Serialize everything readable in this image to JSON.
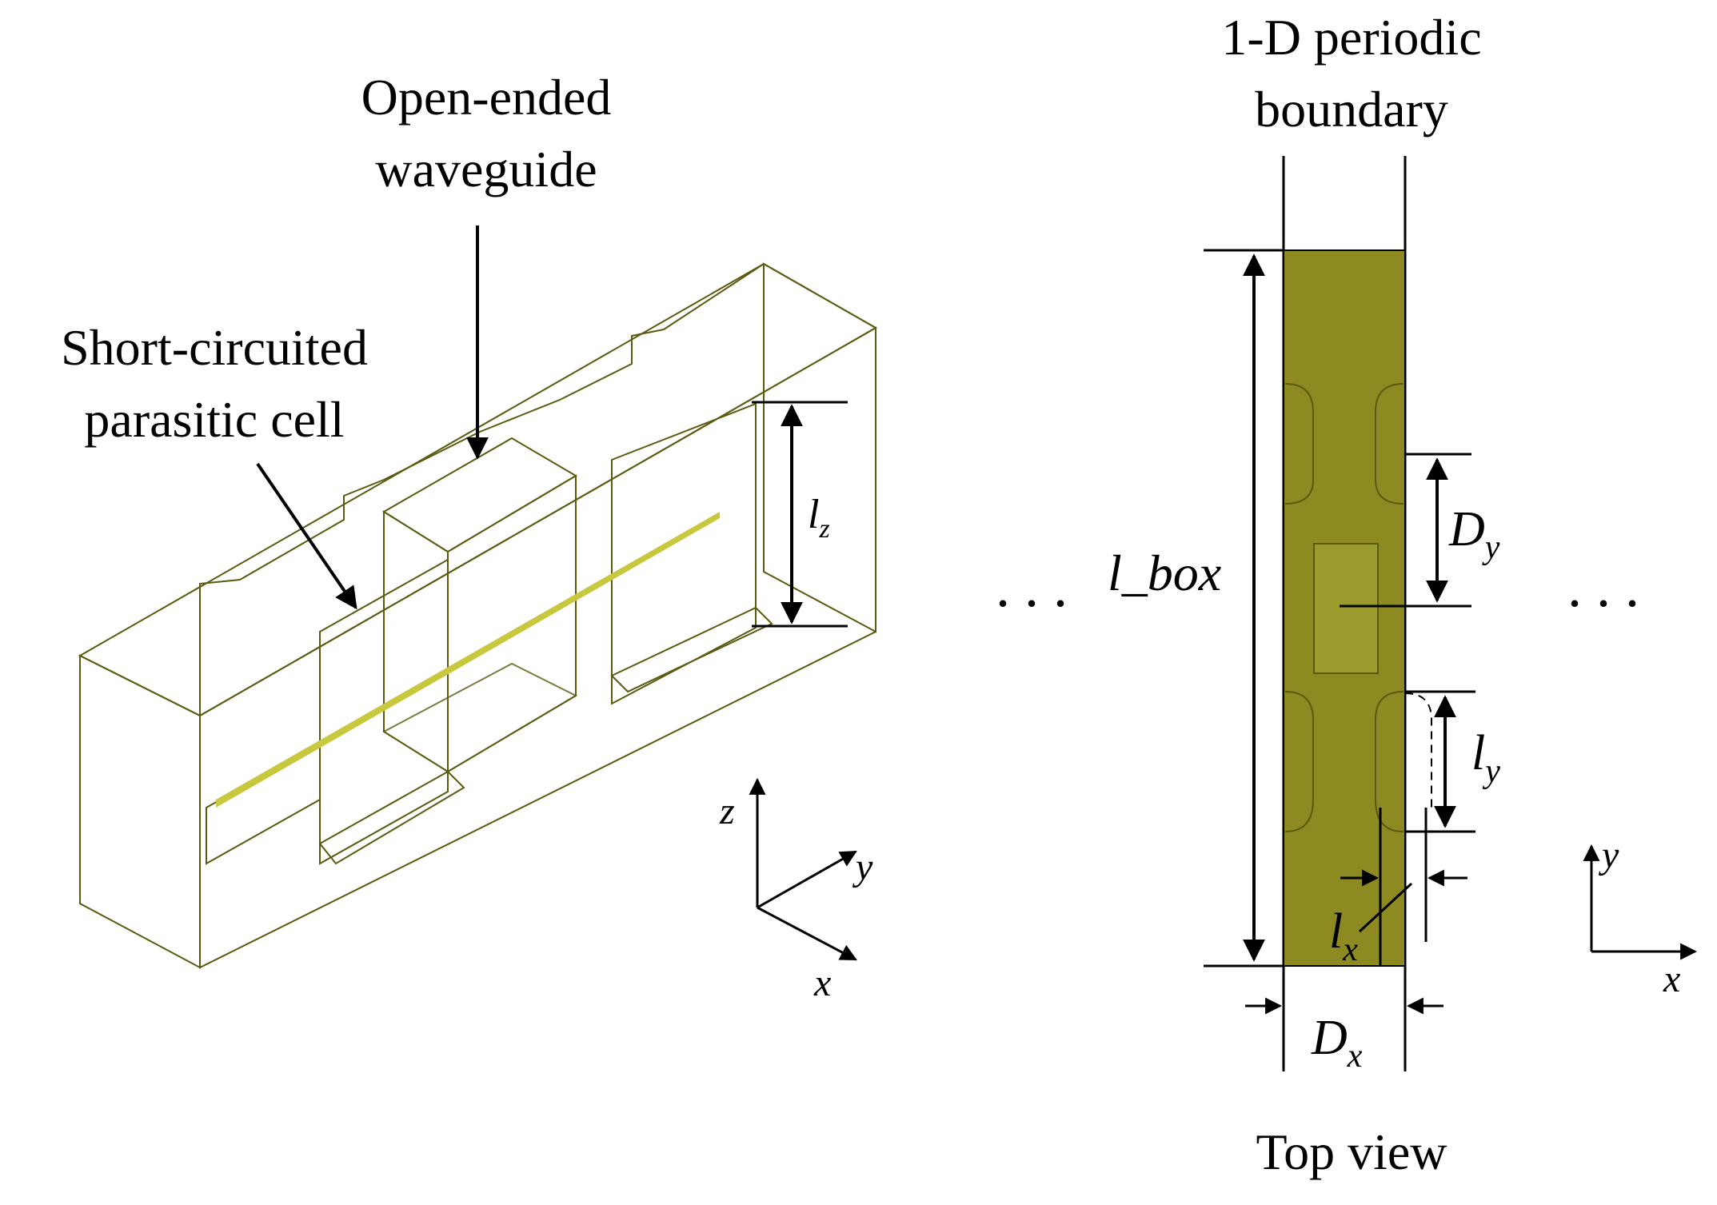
{
  "labels": {
    "open_ended_line1": "Open-ended",
    "open_ended_line2": "waveguide",
    "short_circuited_line1": "Short-circuited",
    "short_circuited_line2": "parasitic cell",
    "periodic_line1": "1-D periodic",
    "periodic_line2": "boundary",
    "top_view": "Top view",
    "dots": ". . ."
  },
  "dims": {
    "lz_base": "l",
    "lz_sub": "z",
    "lbox": "l_box",
    "dy_base": "D",
    "dy_sub": "y",
    "ly_base": "l",
    "ly_sub": "y",
    "lx_base": "l",
    "lx_sub": "x",
    "dx_base": "D",
    "dx_sub": "x"
  },
  "axes": {
    "z": "z",
    "y": "y",
    "x": "x",
    "y2": "y",
    "x2": "x"
  },
  "colors": {
    "metal_front": "#8c8c1c",
    "metal_side": "#a2a22b",
    "metal_top": "#9b9b25",
    "slot": "#c4c43a",
    "topview": "#8c8a20",
    "waveguide_top": "#9e9e22"
  }
}
